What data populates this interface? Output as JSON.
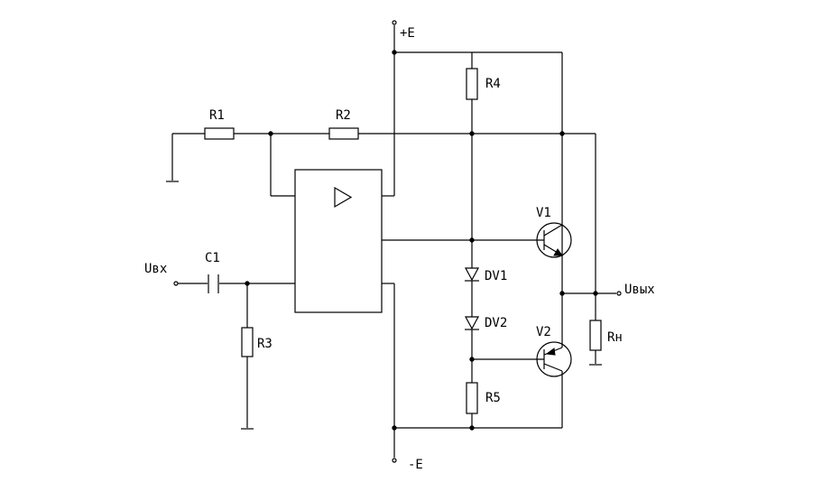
{
  "labels": {
    "supply_positive": "+E",
    "supply_negative": "-E",
    "input": "Uвх",
    "output": "Uвых",
    "r1": "R1",
    "r2": "R2",
    "r3": "R3",
    "r4": "R4",
    "r5": "R5",
    "c1": "C1",
    "dv1": "DV1",
    "dv2": "DV2",
    "v1": "V1",
    "v2": "V2",
    "load": "Rн"
  }
}
